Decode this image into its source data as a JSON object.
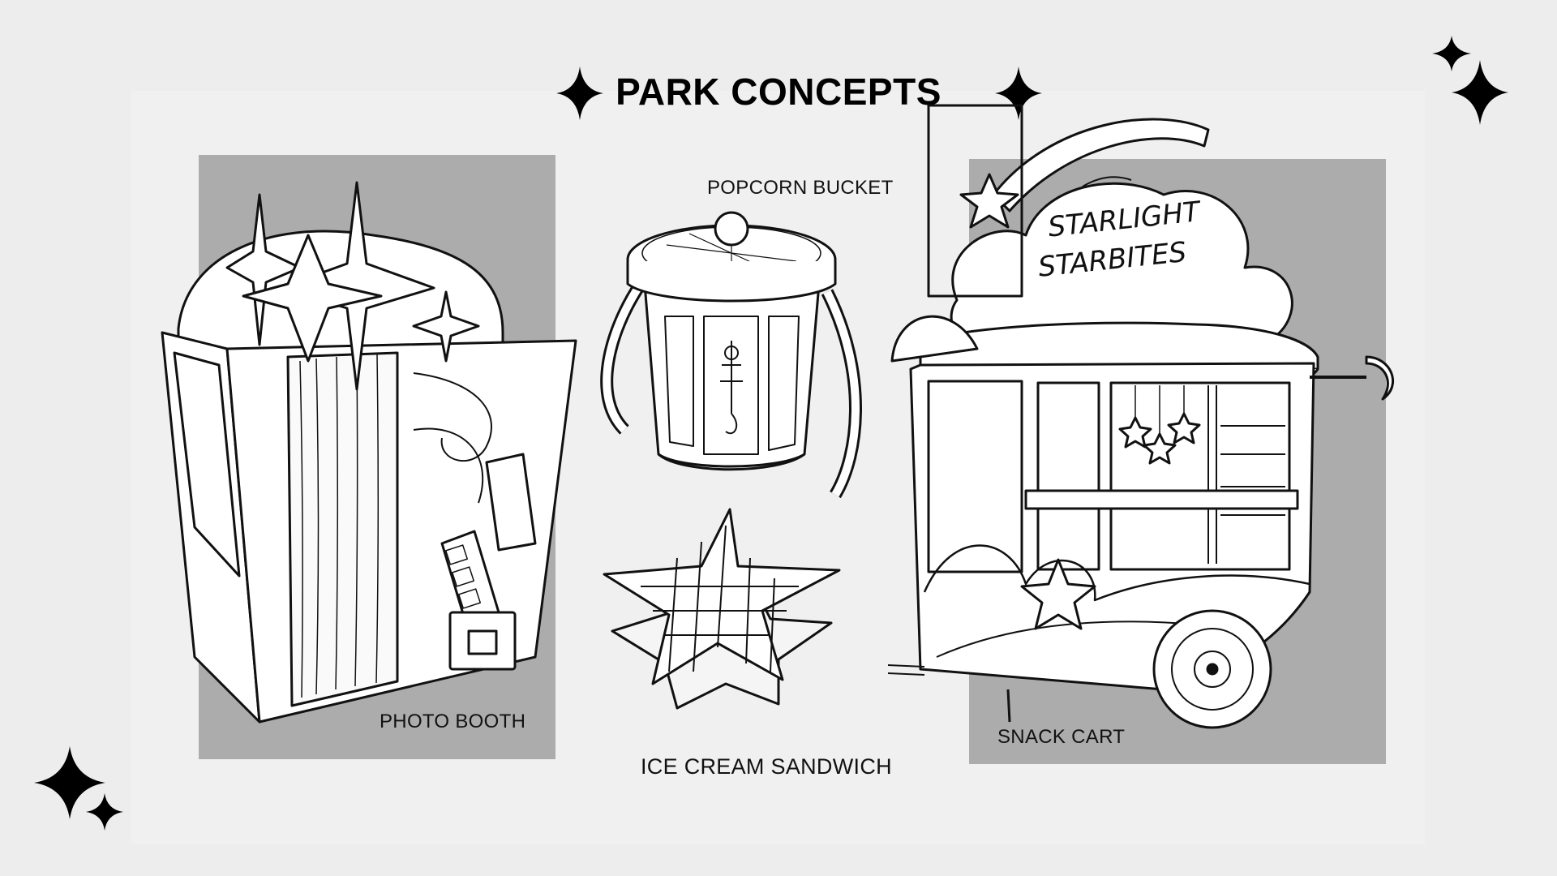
{
  "title": "PARK CONCEPTS",
  "items": [
    {
      "id": "photo-booth",
      "label": "PHOTO BOOTH"
    },
    {
      "id": "popcorn-bucket",
      "label": "POPCORN BUCKET"
    },
    {
      "id": "ice-cream-sandwich",
      "label": "ICE CREAM SANDWICH"
    },
    {
      "id": "snack-cart",
      "label": "SNACK CART",
      "sign_line_1": "STARLIGHT",
      "sign_line_2": "STARBITES"
    }
  ],
  "colors": {
    "background": "#ededed",
    "panel": "#acacac",
    "ink": "#000000"
  },
  "icons": [
    "sparkle-icon"
  ]
}
